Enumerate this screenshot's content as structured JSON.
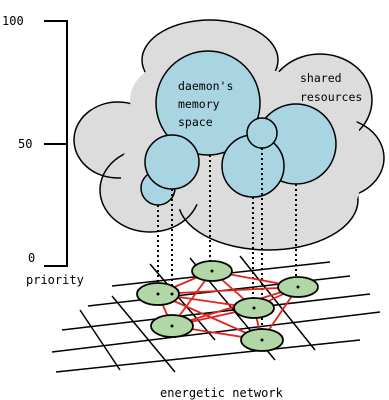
{
  "scale": {
    "tick_labels": [
      "100",
      "50",
      "0"
    ],
    "axis_label": "priority"
  },
  "cloud_label": [
    "shared",
    "resources"
  ],
  "memory_label": [
    "daemon's",
    "memory",
    "space"
  ],
  "network_label": "energetic network",
  "colors": {
    "cloud_fill": "#dcdcdc",
    "bubble_fill": "#a9d4e2",
    "node_fill": "#b2d7a6",
    "link_red": "#e0241c",
    "ink": "#000000"
  }
}
